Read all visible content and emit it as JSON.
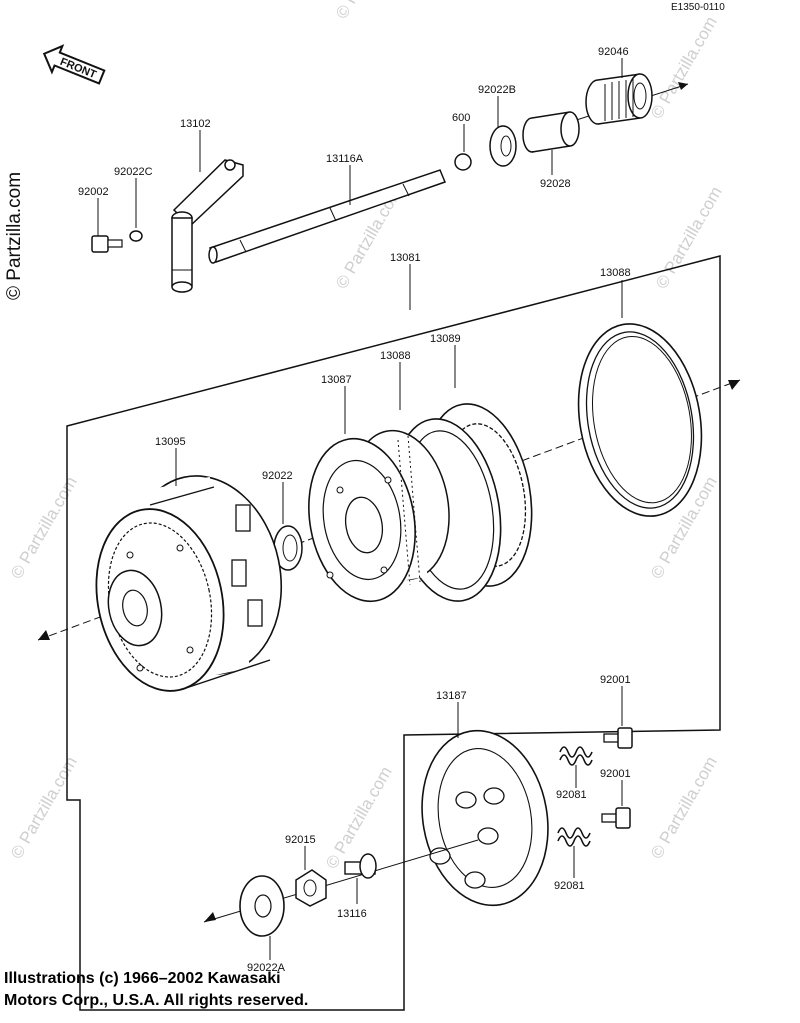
{
  "diagram": {
    "reference_code": "E1350-0110",
    "front_label": "FRONT",
    "watermark": "© Partzilla.com",
    "copyright_line1": "Illustrations (c) 1966–2002 Kawasaki",
    "copyright_line2": "Motors Corp., U.S.A.  All rights reserved.",
    "part_labels": {
      "p92046": "92046",
      "p92022B": "92022B",
      "p600": "600",
      "p92028": "92028",
      "p13102": "13102",
      "p13116A": "13116A",
      "p92022C": "92022C",
      "p92002": "92002",
      "p13081": "13081",
      "p13088_top": "13088",
      "p13088_mid": "13088",
      "p13089": "13089",
      "p13087": "13087",
      "p13095": "13095",
      "p92022": "92022",
      "p13187": "13187",
      "p92001_a": "92001",
      "p92001_b": "92001",
      "p92081_a": "92081",
      "p92081_b": "92081",
      "p92015": "92015",
      "p13116": "13116",
      "p92022A": "92022A"
    }
  }
}
